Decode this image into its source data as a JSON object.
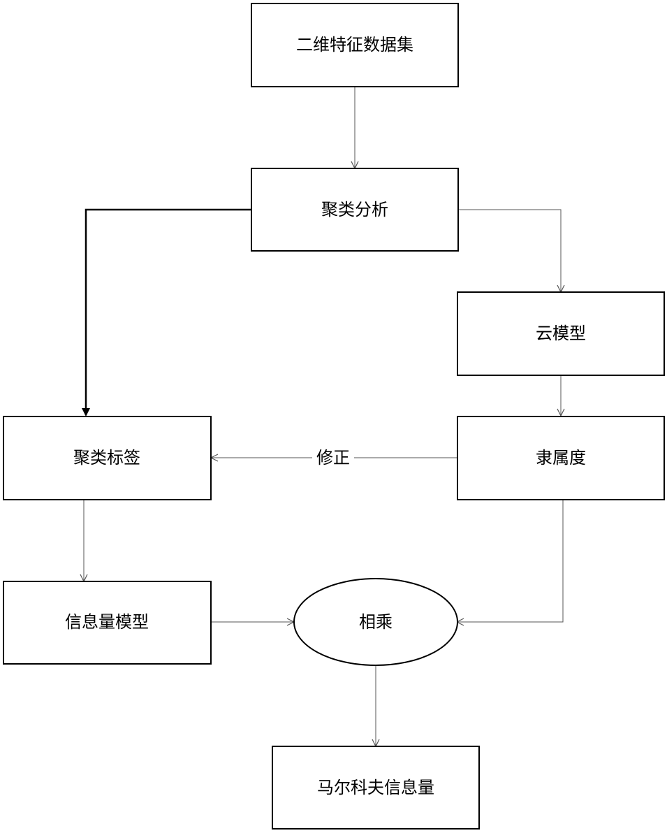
{
  "nodes": {
    "dataset": {
      "label": "二维特征数据集"
    },
    "cluster_analysis": {
      "label": "聚类分析"
    },
    "cloud_model": {
      "label": "云模型"
    },
    "cluster_labels": {
      "label": "聚类标签"
    },
    "membership": {
      "label": "隶属度"
    },
    "info_model": {
      "label": "信息量模型"
    },
    "multiply": {
      "label": "相乘"
    },
    "markov_info": {
      "label": "马尔科夫信息量"
    }
  },
  "edges": {
    "correction_label": "修正"
  },
  "colors": {
    "stroke": "#000000",
    "thin_arrow": "#555555",
    "background": "#ffffff"
  }
}
